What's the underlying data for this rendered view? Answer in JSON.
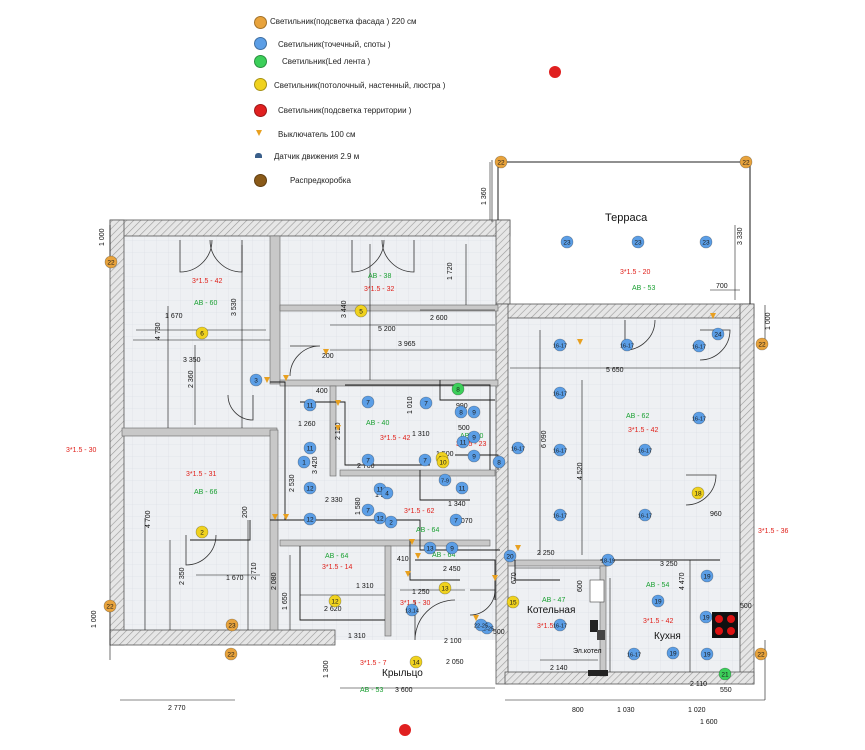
{
  "colors": {
    "facade": "#e8a33c",
    "spot": "#5b9ee6",
    "led": "#3ccf5a",
    "ceiling": "#f0d21e",
    "territory": "#e02020",
    "switch": "#e8a020",
    "sensor": "#3a5f8a",
    "junction": "#8a5a18",
    "wall": "#b8b8b8",
    "floor": "#eef0f3",
    "line": "#222222",
    "red_text": "#e0201a",
    "green_text": "#1aa032"
  },
  "legend": [
    {
      "icon": "facade-light-icon",
      "label": "Светильник(подсветка фасада ) 220 см"
    },
    {
      "icon": "spot-light-icon",
      "label": "Светильник(точечный, споты )"
    },
    {
      "icon": "led-strip-icon",
      "label": "Светильник(Led лента )"
    },
    {
      "icon": "ceiling-light-icon",
      "label": "Светильник(потолочный, настенный, люстра )"
    },
    {
      "icon": "territory-light-icon",
      "label": "Светильник(подсветка территории )"
    },
    {
      "icon": "switch-icon",
      "label": "Выключатель 100 см"
    },
    {
      "icon": "motion-sensor-icon",
      "label": "Датчик движения 2.9 м"
    },
    {
      "icon": "junction-box-icon",
      "label": "Распредкоробка"
    }
  ],
  "rooms": {
    "terrace": "Терраса",
    "boiler": "Котельная",
    "kitchen": "Кухня",
    "porch": "Крыльцо",
    "boiler_device": "Эл.котел"
  },
  "cables": [
    "3*1.5 - 42",
    "3*1.5 - 32",
    "3*1.5 - 20",
    "3*1.5 - 30",
    "3*1.5 - 42",
    "3*1.5 - 23",
    "3*1.5 - 42",
    "3*1.5 - 31",
    "3*1.5 - 62",
    "3*1.5 - 36",
    "3*1.5 - 14",
    "3*1.5 - 30",
    "3*1.5 - 6",
    "3*1.5 - 42",
    "3*1.5 - 7"
  ],
  "breakers": [
    "АВ - 60",
    "АВ - 38",
    "АВ - 53",
    "АВ - 40",
    "АВ - 40",
    "АВ - 62",
    "АВ - 66",
    "АВ - 64",
    "АВ - 64",
    "АВ - 64",
    "АВ - 47",
    "АВ - 54",
    "АВ - 53"
  ],
  "dimensions": [
    "1 000",
    "1 360",
    "3 330",
    "1 670",
    "4 730",
    "3 530",
    "3 350",
    "2 360",
    "3 440",
    "1 720",
    "5 200",
    "2 600",
    "3 965",
    "5 650",
    "700",
    "1 000",
    "200",
    "400",
    "2 120",
    "1 010",
    "1 310",
    "990",
    "500",
    "1 260",
    "3 420",
    "2 700",
    "1 500",
    "2 530",
    "2 330",
    "1 580",
    "1 230",
    "1 340",
    "2 070",
    "6 090",
    "4 520",
    "960",
    "4 700",
    "200",
    "1 670",
    "2 710",
    "2 350",
    "2 080",
    "1 650",
    "2 620",
    "410",
    "2 450",
    "1 310",
    "1 250",
    "2 100",
    "2 050",
    "500",
    "670",
    "2 250",
    "600",
    "3 250",
    "4 470",
    "500",
    "2 140",
    "1 000",
    "1 300",
    "2 770",
    "3 600",
    "800",
    "1 030",
    "1 020",
    "1 600",
    "550",
    "1 310",
    "2 110"
  ],
  "tags": [
    "22",
    "22",
    "22",
    "22",
    "22",
    "22",
    "22",
    "23",
    "23",
    "23",
    "23",
    "24",
    "16-17",
    "16-17",
    "16-17",
    "16-17",
    "16-17",
    "16-17",
    "16-17",
    "16-17",
    "16-17",
    "16-17",
    "16-17",
    "16-17",
    "18",
    "18-19",
    "19",
    "19",
    "19",
    "19",
    "19",
    "20",
    "21",
    "15",
    "14",
    "13",
    "13",
    "13,14",
    "12",
    "12",
    "12",
    "12",
    "11",
    "11",
    "11",
    "11",
    "11",
    "10",
    "10",
    "9",
    "9",
    "9",
    "9",
    "8",
    "8",
    "8",
    "7",
    "7",
    "7",
    "7",
    "7",
    "7",
    "7-9",
    "6",
    "5",
    "4",
    "3",
    "2",
    "2",
    "1",
    "22-25",
    "22-25"
  ]
}
